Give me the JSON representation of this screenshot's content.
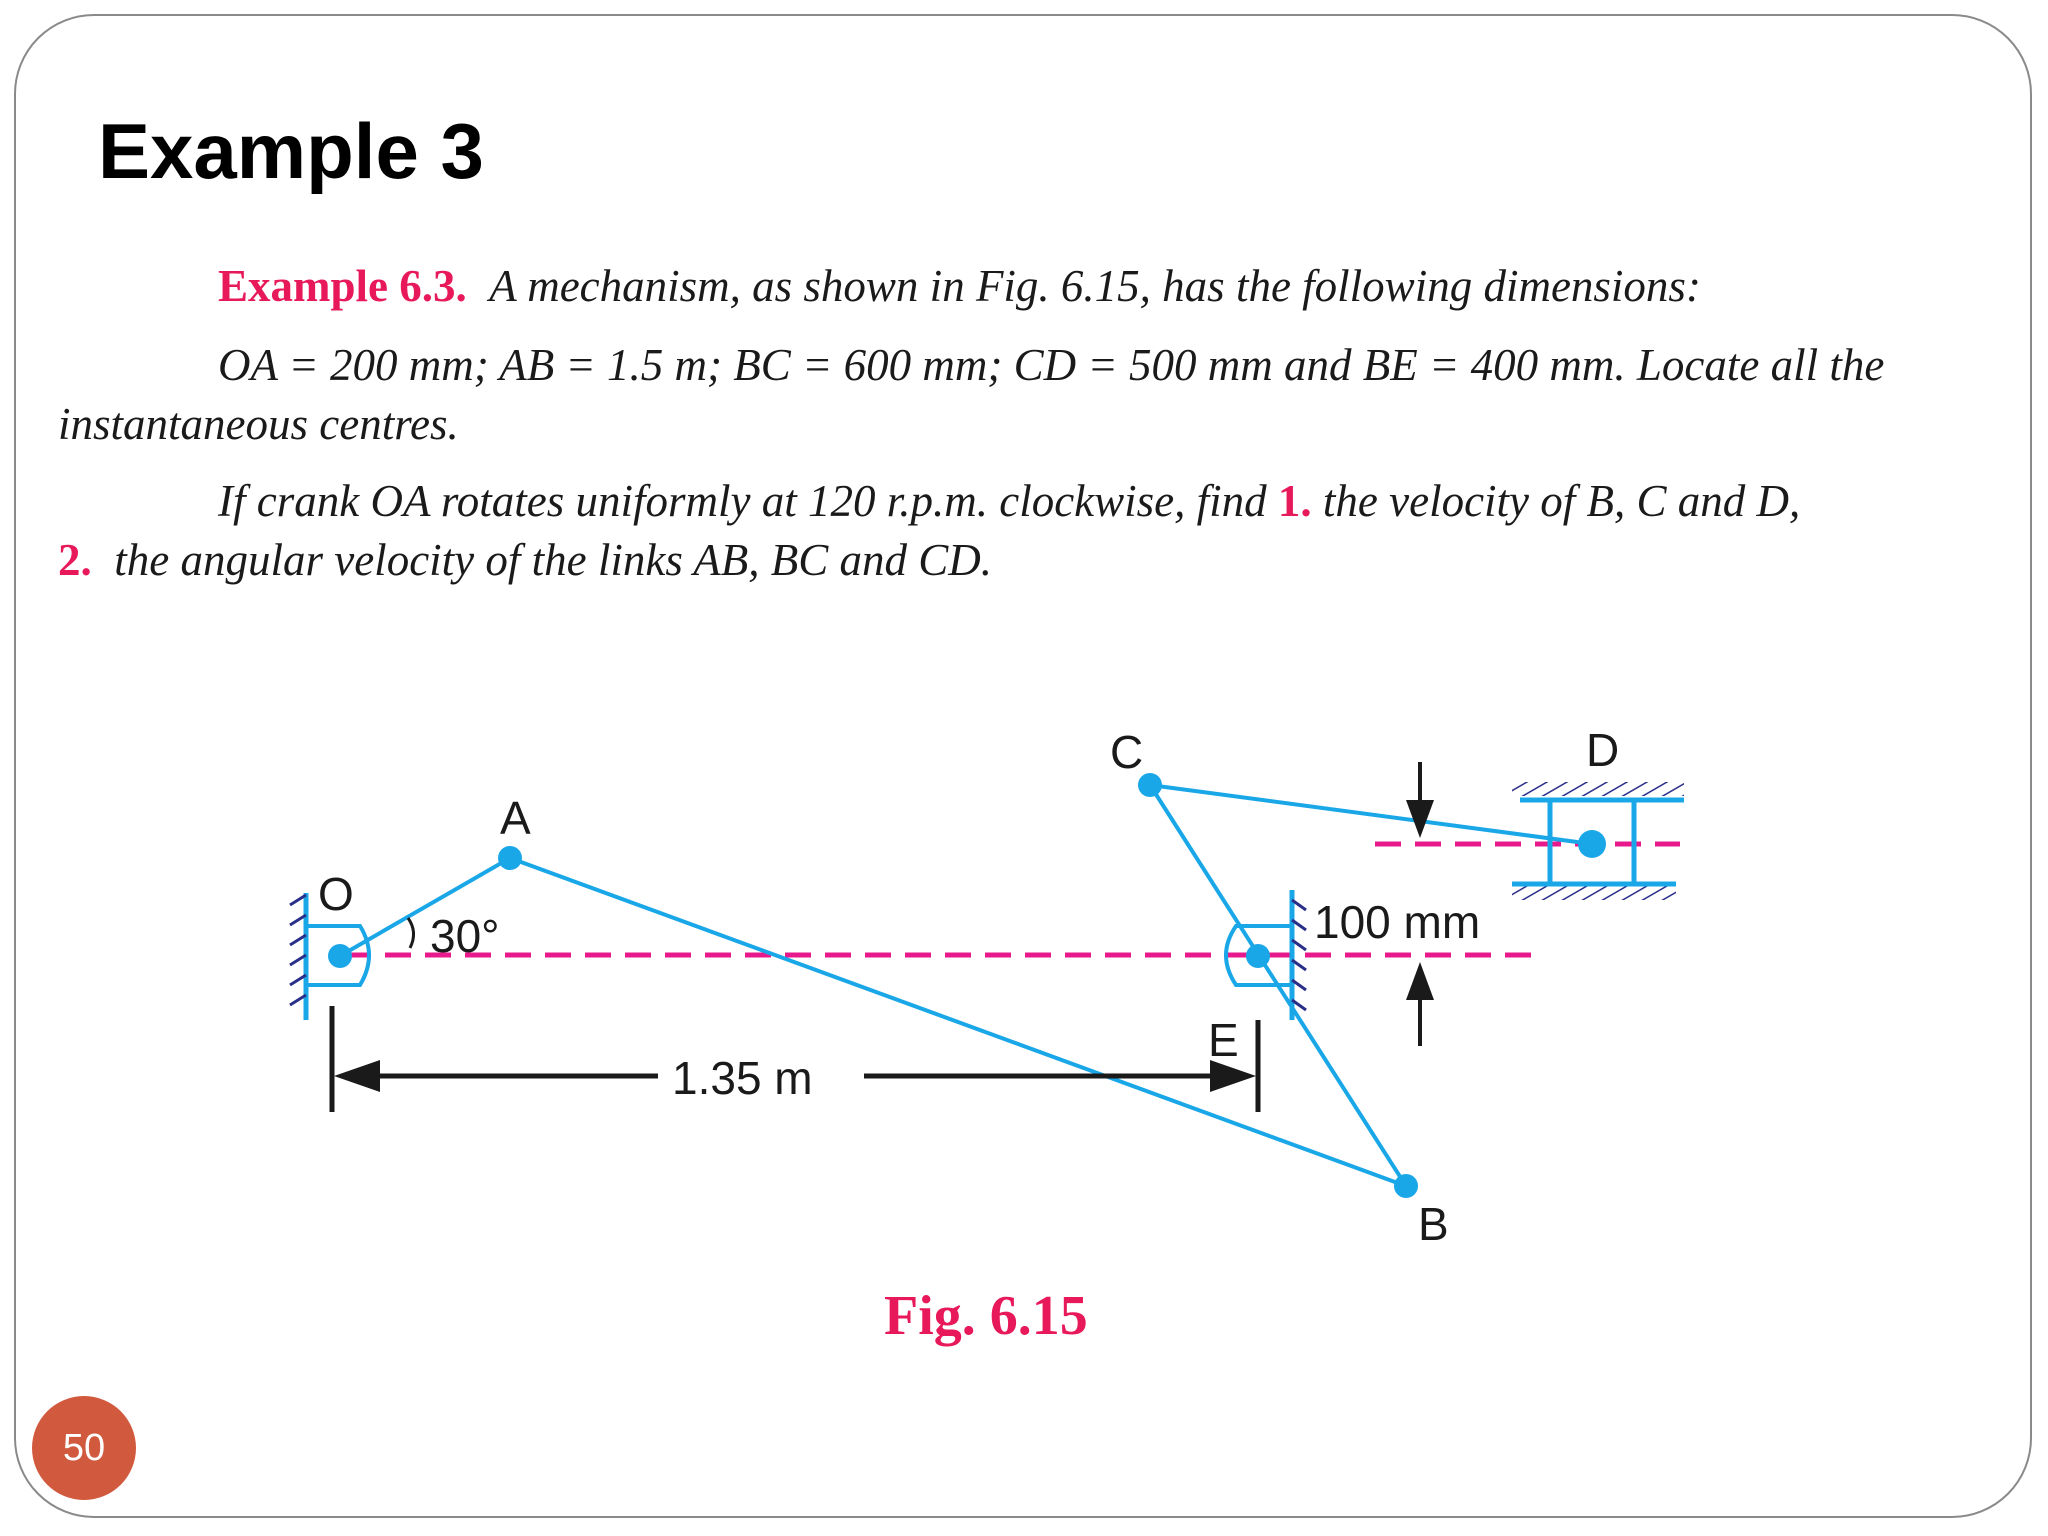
{
  "slide": {
    "title": "Example 3",
    "page_number": "50"
  },
  "problem": {
    "label": "Example 6.3.",
    "line1_text": "A mechanism, as shown in Fig. 6.15, has the following dimensions:",
    "line2_text": "OA = 200 mm; AB = 1.5 m; BC = 600 mm; CD = 500 mm and BE = 400 mm. Locate all the",
    "line3_text": "instantaneous centres.",
    "line4_text": "If crank OA rotates uniformly at 120 r.p.m. clockwise, find",
    "marker1": "1.",
    "line4_tail": "the velocity of B, C and D,",
    "marker2": "2.",
    "line5_text": "the angular velocity of the links AB, BC and CD."
  },
  "figure": {
    "caption": "Fig. 6.15",
    "labels": {
      "O": "O",
      "A": "A",
      "B": "B",
      "C": "C",
      "D": "D",
      "E": "E"
    },
    "angle_label": "30°",
    "horizontal_dim": "1.35 m",
    "vertical_dim": "100 mm"
  },
  "colors": {
    "link": "#1aa7e8",
    "centerline": "#e8198c",
    "accent_text": "#e8195a",
    "badge": "#d15a3e"
  }
}
